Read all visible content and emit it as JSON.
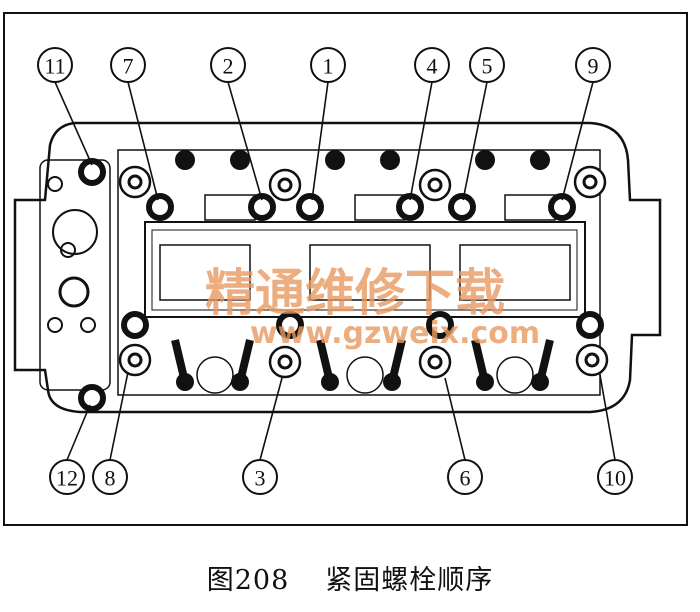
{
  "figure": {
    "title": "Cylinder head bolt tightening sequence",
    "caption_number": "图208",
    "caption_text": "紧固螺栓顺序"
  },
  "labels": [
    {
      "id": "11",
      "text": "11"
    },
    {
      "id": "7",
      "text": "7"
    },
    {
      "id": "2",
      "text": "2"
    },
    {
      "id": "1",
      "text": "1"
    },
    {
      "id": "4",
      "text": "4"
    },
    {
      "id": "5",
      "text": "5"
    },
    {
      "id": "9",
      "text": "9"
    },
    {
      "id": "12",
      "text": "12"
    },
    {
      "id": "8",
      "text": "8"
    },
    {
      "id": "3",
      "text": "3"
    },
    {
      "id": "6",
      "text": "6"
    },
    {
      "id": "10",
      "text": "10"
    }
  ],
  "watermark": {
    "cn": "精通维修下载",
    "url": "www.gzweix.com",
    "color": "#e89a62"
  }
}
